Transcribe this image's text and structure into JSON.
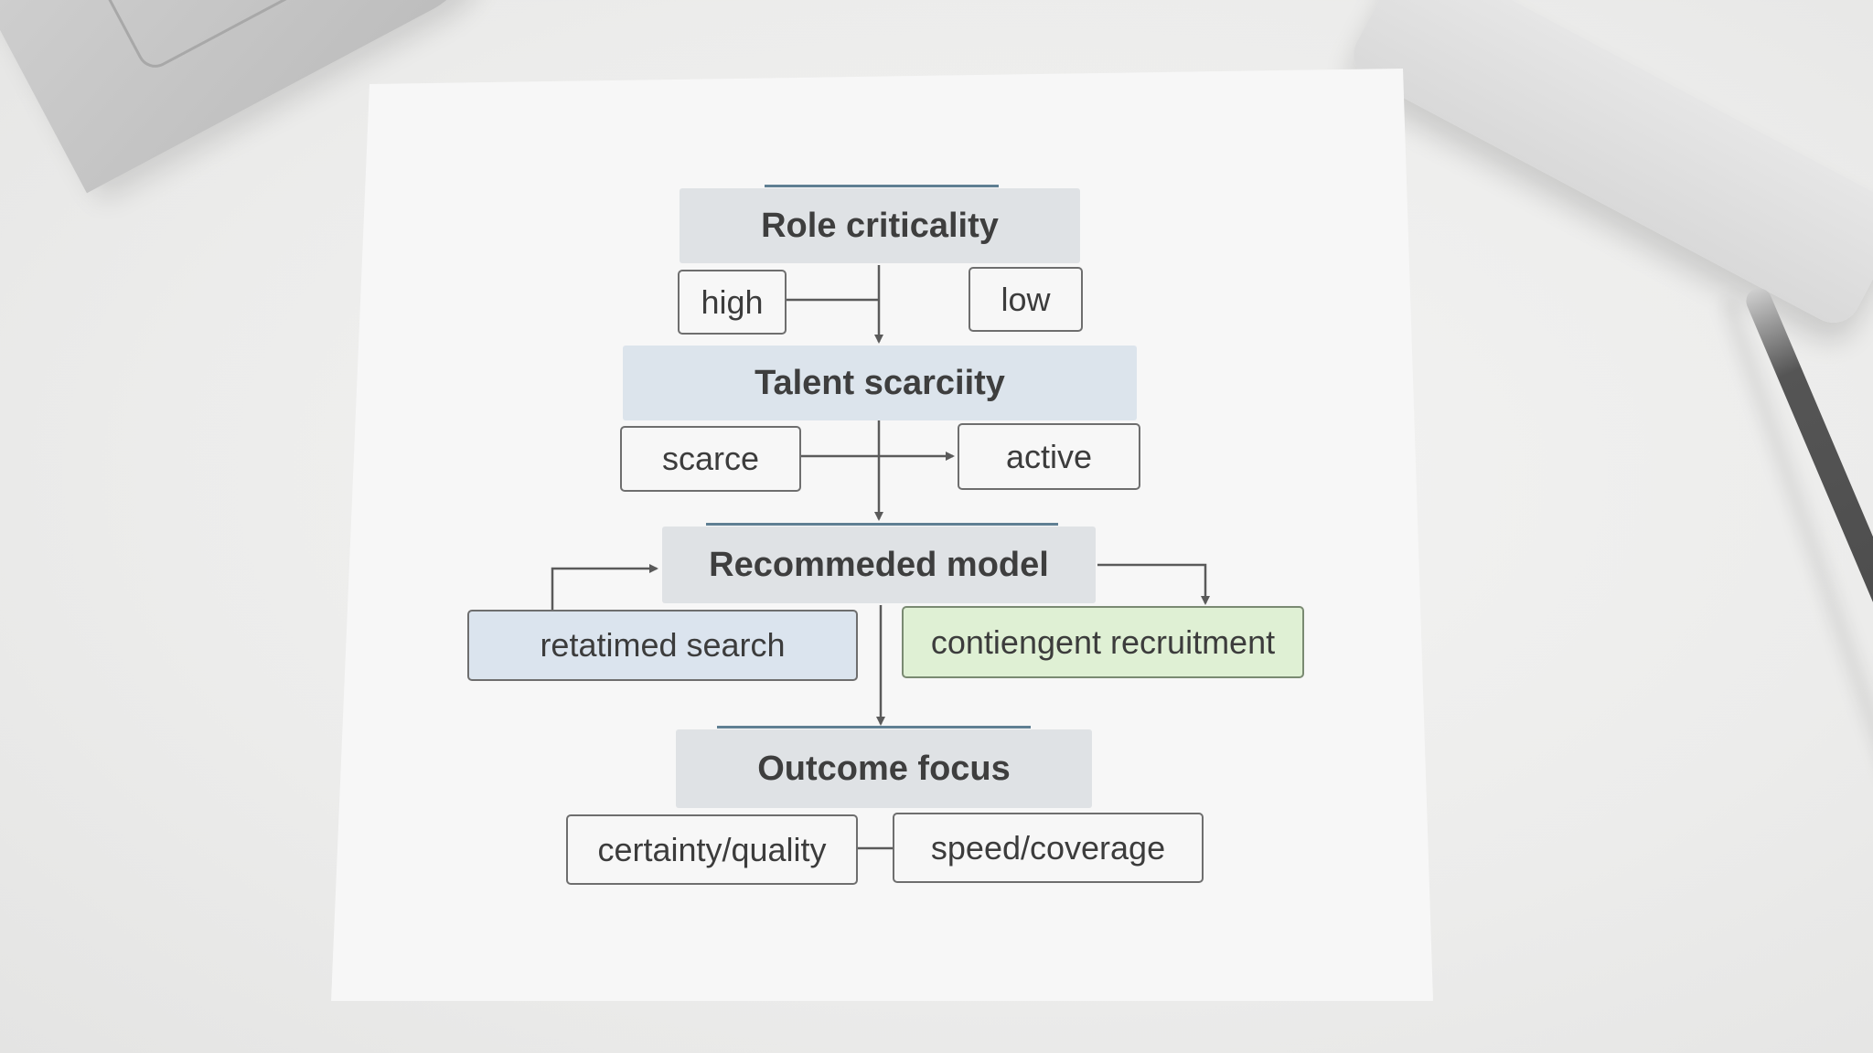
{
  "diagram": {
    "nodes": {
      "role_criticality": "Role criticality",
      "high": "high",
      "low": "low",
      "talent_scarcity": "Talent scarciity",
      "scarce": "scarce",
      "active": "active",
      "recommended_model": "Recommeded model",
      "retained_search": "retatimed search",
      "contingent_recruitment": "contiengent recruitment",
      "outcome_focus": "Outcome focus",
      "certainty_quality": "certainty/quality",
      "speed_coverage": "speed/coverage"
    },
    "colors": {
      "header_fill": "#dfe2e5",
      "header_accent_line": "#5f7f93",
      "retained_search_fill": "#dbe4ee",
      "contingent_recruitment_fill": "#dff0d4",
      "connector": "#5a5a5a"
    }
  }
}
